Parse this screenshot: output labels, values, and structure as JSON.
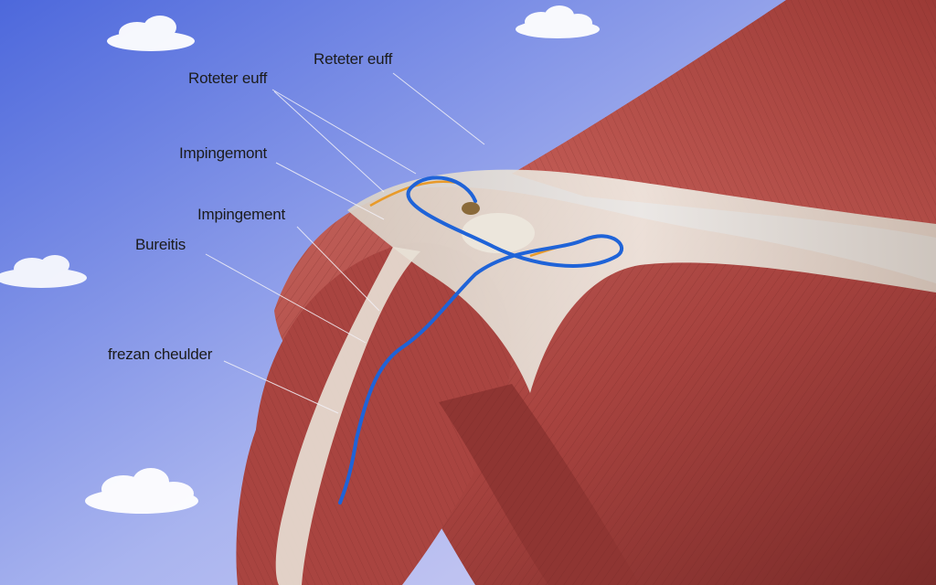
{
  "labels": {
    "rotator_cuff_top": "Reteter euff",
    "rotator_cuff_left": "Roteter euff",
    "impingement_1": "Impingemont",
    "impingement_2": "Impingement",
    "bursitis": "Bureitis",
    "frozen_shoulder": "frezan cheulder"
  },
  "colors": {
    "sky_top": "#5a73e0",
    "sky_bottom": "#c9c9f2",
    "muscle": "#b04a45",
    "muscle_dark": "#7d2c2a",
    "tendon": "#e6dfd5",
    "nerve_blue": "#1f63d8",
    "nerve_orange": "#e89a2a"
  }
}
